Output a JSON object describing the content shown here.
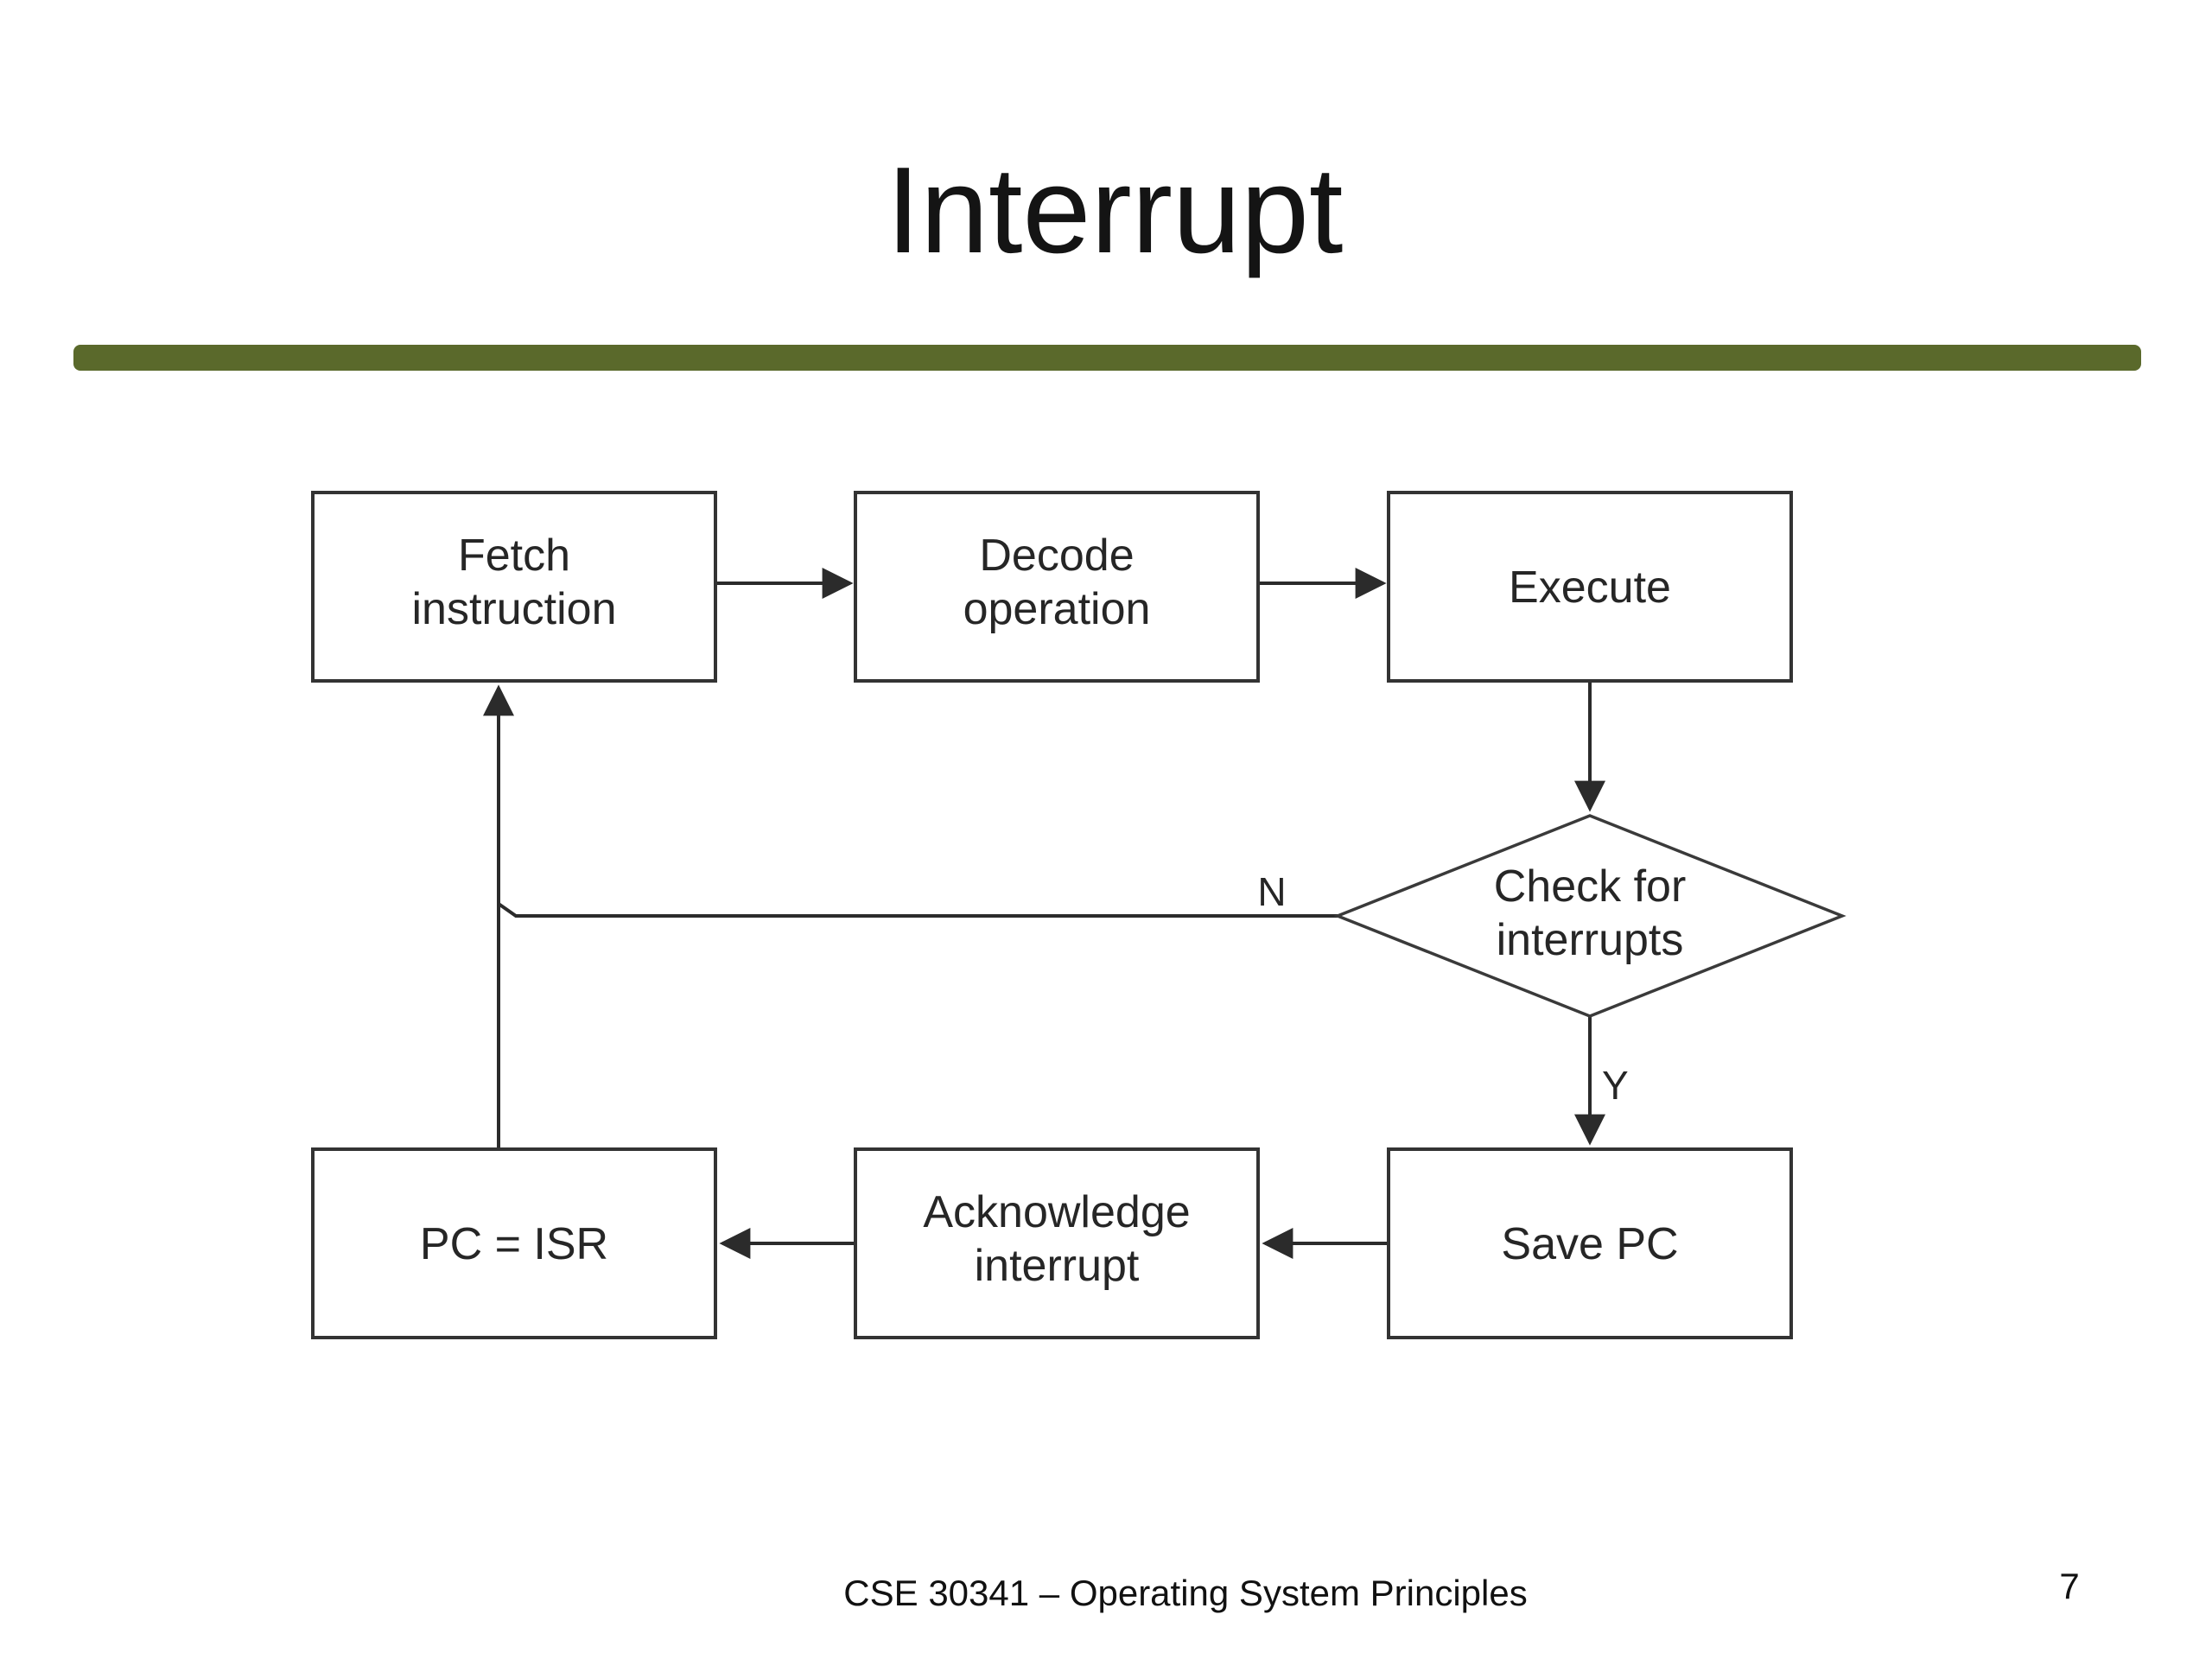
{
  "slide": {
    "title": "Interrupt",
    "accent_bar_color": "#5a692b",
    "footer_text": "CSE 30341 – Operating System Principles",
    "page_number": "7"
  },
  "flowchart": {
    "nodes": {
      "fetch": {
        "line1": "Fetch",
        "line2": "instruction"
      },
      "decode": {
        "line1": "Decode",
        "line2": "operation"
      },
      "execute": {
        "line1": "Execute"
      },
      "check": {
        "line1": "Check for",
        "line2": "interrupts"
      },
      "save_pc": {
        "line1": "Save PC"
      },
      "ack": {
        "line1": "Acknowledge",
        "line2": "interrupt"
      },
      "pc_isr": {
        "line1": "PC = ISR"
      }
    },
    "edge_labels": {
      "no": "N",
      "yes": "Y"
    }
  }
}
